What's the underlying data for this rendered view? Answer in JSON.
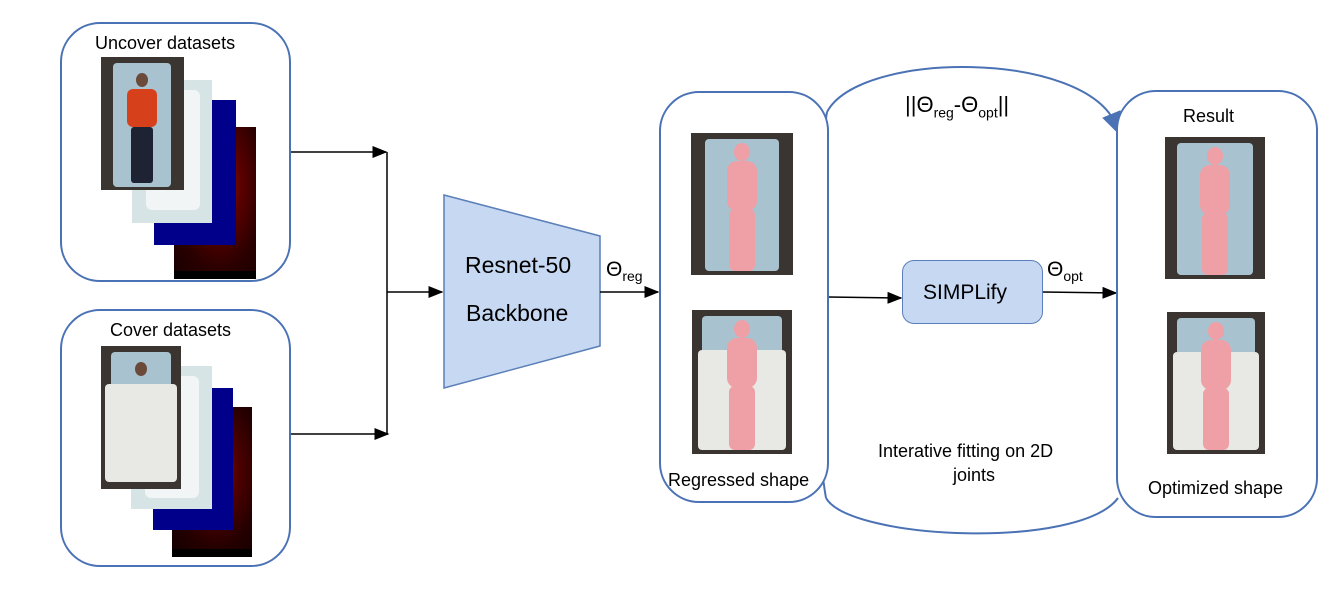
{
  "input": {
    "uncover_label": "Uncover datasets",
    "cover_label": "Cover datasets"
  },
  "backbone": {
    "line1": "Resnet-50",
    "line2": "Backbone"
  },
  "params": {
    "theta_symbol": "Θ",
    "reg_sub": "reg",
    "opt_sub": "opt",
    "loss_open": "||",
    "loss_dash": "-",
    "loss_close": "||"
  },
  "regressed": {
    "label": "Regressed shape"
  },
  "fitting": {
    "module": "SIMPLify",
    "desc_line1": "Interative fitting on 2D",
    "desc_line2": "joints"
  },
  "result": {
    "title": "Result",
    "label": "Optimized shape"
  },
  "colors": {
    "border": "#4a72b5",
    "block_fill": "#c6d8f2",
    "block_stroke": "#5b7fb8",
    "mesh": "#eea0a6",
    "sheet": "#7a9ec4",
    "depth": "#000088",
    "pressure": "#3a0000"
  }
}
